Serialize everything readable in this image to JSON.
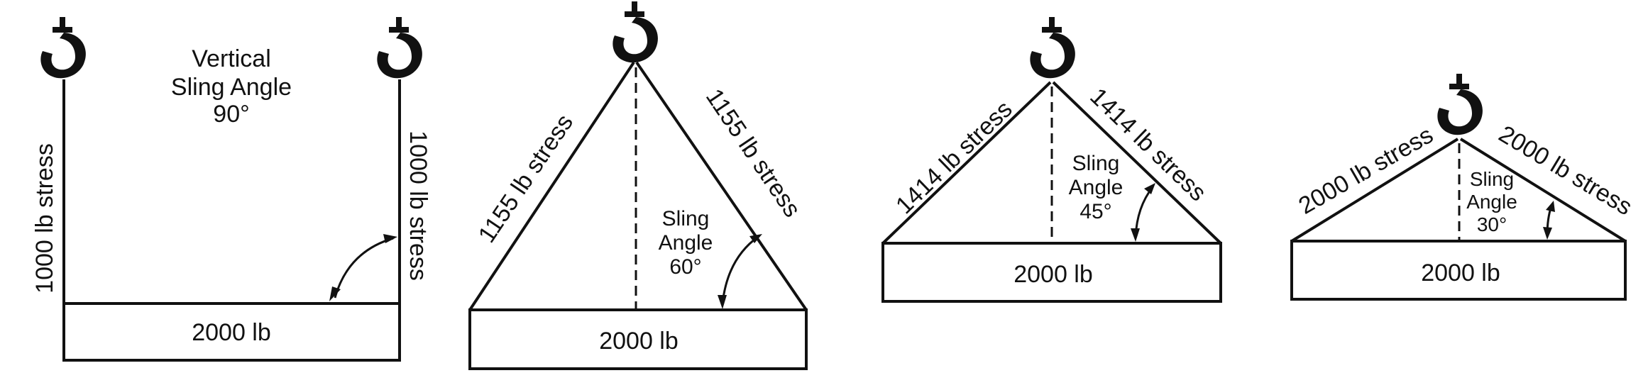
{
  "panels": [
    {
      "title_line1": "Vertical",
      "title_line2": "Sling Angle",
      "angle": "90°",
      "left_stress": "1000 lb stress",
      "right_stress": "1000 lb stress",
      "load": "2000 lb"
    },
    {
      "left_stress": "1155 lb stress",
      "right_stress": "1155 lb stress",
      "angle_line1": "Sling",
      "angle_line2": "Angle",
      "angle": "60°",
      "load": "2000 lb"
    },
    {
      "left_stress": "1414 lb stress",
      "right_stress": "1414 lb stress",
      "angle_line1": "Sling",
      "angle_line2": "Angle",
      "angle": "45°",
      "load": "2000 lb"
    },
    {
      "left_stress": "2000 lb stress",
      "right_stress": "2000 lb stress",
      "angle_line1": "Sling",
      "angle_line2": "Angle",
      "angle": "30°",
      "load": "2000 lb"
    }
  ]
}
